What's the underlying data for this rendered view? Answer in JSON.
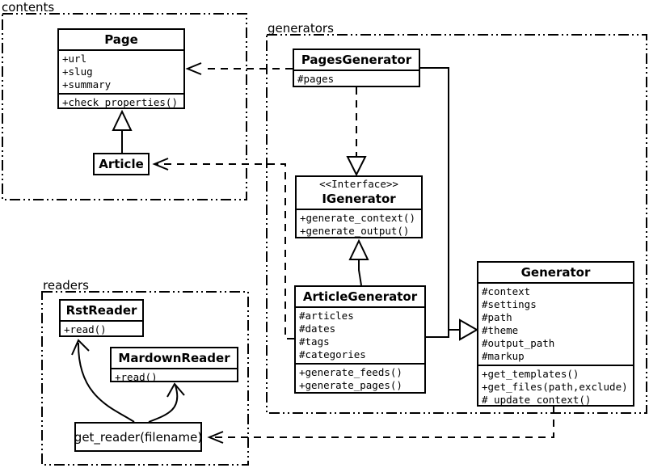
{
  "diagram_title": "UML class diagram of a static site generator (pelican-like)",
  "packages": {
    "contents": {
      "label": "contents"
    },
    "generators": {
      "label": "generators"
    },
    "readers": {
      "label": "readers"
    }
  },
  "classes": {
    "page": {
      "name": "Page",
      "attributes": [
        "+url",
        "+slug",
        "+summary"
      ],
      "methods": [
        "+check_properties()"
      ]
    },
    "article": {
      "name": "Article"
    },
    "pages_generator": {
      "name": "PagesGenerator",
      "attributes": [
        "#pages"
      ]
    },
    "igenerator": {
      "stereotype": "<<Interface>>",
      "name": "IGenerator",
      "methods": [
        "+generate_context()",
        "+generate_output()"
      ]
    },
    "article_generator": {
      "name": "ArticleGenerator",
      "attributes": [
        "#articles",
        "#dates",
        "#tags",
        "#categories"
      ],
      "methods": [
        "+generate_feeds()",
        "+generate_pages()"
      ]
    },
    "generator": {
      "name": "Generator",
      "attributes": [
        "#context",
        "#settings",
        "#path",
        "#theme",
        "#output_path",
        "#markup"
      ],
      "methods": [
        "+get_templates()",
        "+get_files(path,exclude)",
        "#_update_context()"
      ]
    },
    "rst_reader": {
      "name": "RstReader",
      "methods": [
        "+read()"
      ]
    },
    "mardown_reader": {
      "name": "MardownReader",
      "methods": [
        "+read()"
      ]
    },
    "get_reader": {
      "name": "get_reader(filename)"
    }
  },
  "relationships": [
    {
      "from": "PagesGenerator",
      "to": "Page",
      "type": "dependency-dashed-arrow"
    },
    {
      "from": "ArticleGenerator",
      "to": "Article",
      "type": "dependency-dashed-arrow"
    },
    {
      "from": "Article",
      "to": "Page",
      "type": "inheritance-hollow-triangle"
    },
    {
      "from": "PagesGenerator",
      "to": "IGenerator",
      "type": "realization-dashed-hollow-triangle"
    },
    {
      "from": "ArticleGenerator",
      "to": "IGenerator",
      "type": "inheritance-hollow-triangle"
    },
    {
      "from": "PagesGenerator",
      "to": "Generator",
      "type": "inheritance-hollow-triangle"
    },
    {
      "from": "ArticleGenerator",
      "to": "Generator",
      "type": "inheritance-hollow-triangle"
    },
    {
      "from": "Generator",
      "to": "get_reader(filename)",
      "type": "dependency-dashed-arrow"
    },
    {
      "from": "get_reader(filename)",
      "to": "RstReader",
      "type": "curved-call-arrow"
    },
    {
      "from": "get_reader(filename)",
      "to": "MardownReader",
      "type": "curved-call-arrow"
    }
  ],
  "colors": {
    "line": "#000000",
    "background": "#ffffff",
    "box_fill": "#ffffff"
  }
}
